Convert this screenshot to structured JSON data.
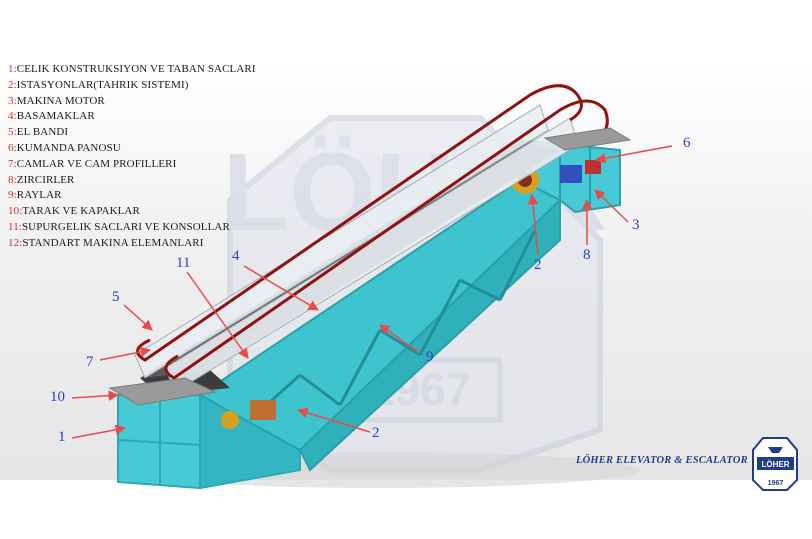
{
  "legend": [
    {
      "num": "1",
      "text": "CELIK KONSTRUKSIYON VE TABAN SACLARI"
    },
    {
      "num": "2",
      "text": "ISTASYONLAR(TAHRIK SISTEMI)"
    },
    {
      "num": "3",
      "text": "MAKINA MOTOR"
    },
    {
      "num": "4",
      "text": "BASAMAKLAR"
    },
    {
      "num": "5",
      "text": "EL BANDI"
    },
    {
      "num": "6",
      "text": "KUMANDA PANOSU"
    },
    {
      "num": "7",
      "text": "CAMLAR VE CAM PROFILLERI"
    },
    {
      "num": "8",
      "text": "ZIRCIRLER"
    },
    {
      "num": "9",
      "text": "RAYLAR"
    },
    {
      "num": "10",
      "text": "TARAK VE KAPAKLAR"
    },
    {
      "num": "11",
      "text": "SUPURGELIK SACLARI VE KONSOLLAR"
    },
    {
      "num": "12",
      "text": "STANDART MAKINA ELEMANLARI"
    }
  ],
  "callouts": [
    "1",
    "2",
    "2",
    "3",
    "4",
    "5",
    "6",
    "7",
    "8",
    "9",
    "10",
    "11"
  ],
  "watermark": {
    "letters": "LÖHER",
    "year": "1967"
  },
  "brand_text": "LÖHER ELEVATOR & ESCALATOR",
  "logo": {
    "name": "LÖHER",
    "year": "1967"
  },
  "colors": {
    "legend_number": "#d22b2b",
    "callout_text": "#2a3fc8",
    "arrow": "#e84b4b",
    "truss": "#3fc6d0",
    "handrail": "#8f1212",
    "steps": "#4a4a4a",
    "watermark": "#c6ccdc"
  }
}
